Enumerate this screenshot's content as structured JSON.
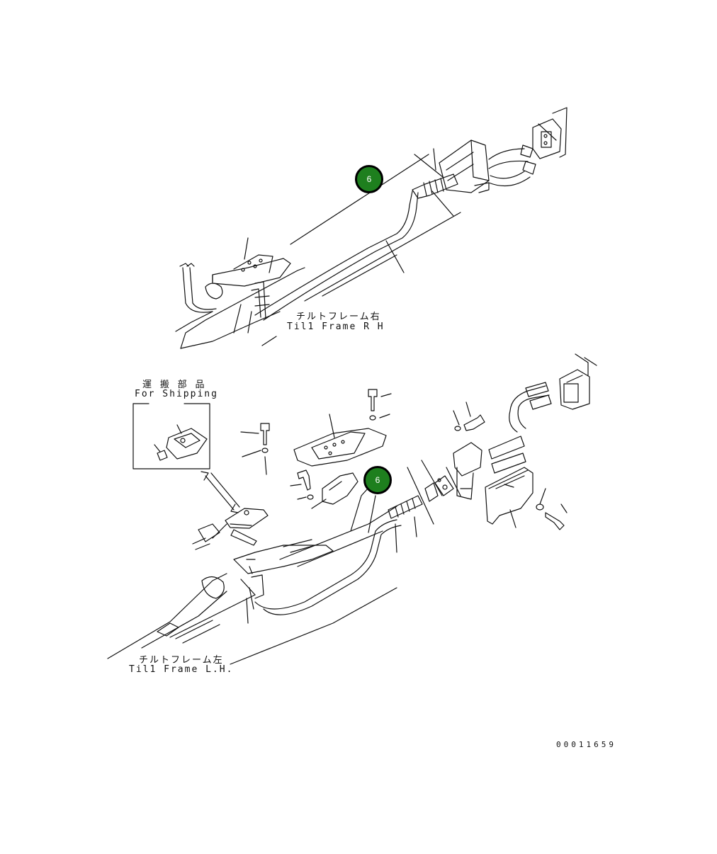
{
  "callouts": {
    "top": "6",
    "bottom": "6"
  },
  "labels": {
    "tilt_frame_rh_jp": "チルトフレーム右",
    "tilt_frame_rh_en": "Til1 Frame R H",
    "tilt_frame_lh_jp": "チルトフレーム左",
    "tilt_frame_lh_en": "Til1 Frame L.H.",
    "for_shipping_jp": "運 搬 部 品",
    "for_shipping_en": "For Shipping"
  },
  "drawing_number": "00011659"
}
